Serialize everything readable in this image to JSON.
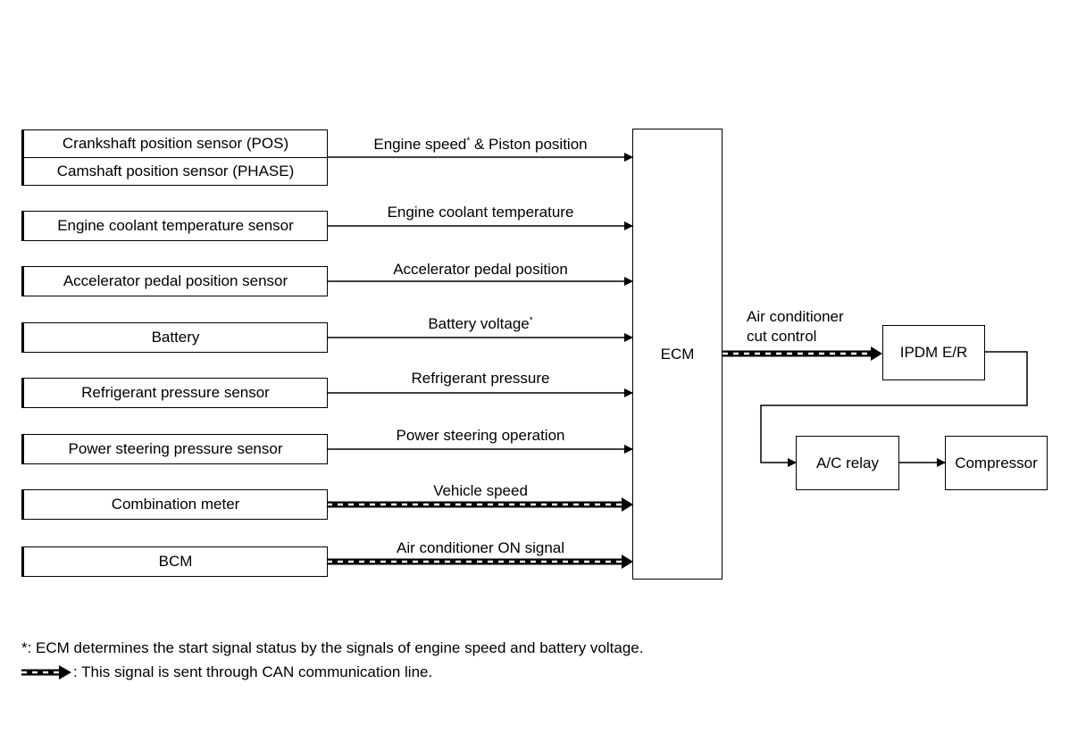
{
  "inputs": [
    {
      "sensor_top": "Crankshaft position sensor (POS)",
      "sensor_bottom": "Camshaft position sensor (PHASE)",
      "signal": "Engine speed",
      "signal_suffix": " & Piston position",
      "star": "*",
      "can": false
    },
    {
      "sensor": "Engine coolant temperature sensor",
      "signal": "Engine coolant temperature",
      "can": false
    },
    {
      "sensor": "Accelerator pedal position sensor",
      "signal": "Accelerator pedal position",
      "can": false
    },
    {
      "sensor": "Battery",
      "signal": "Battery voltage",
      "star": "*",
      "can": false
    },
    {
      "sensor": "Refrigerant pressure sensor",
      "signal": "Refrigerant pressure",
      "can": false
    },
    {
      "sensor": "Power steering pressure sensor",
      "signal": "Power steering operation",
      "can": false
    },
    {
      "sensor": "Combination meter",
      "signal": "Vehicle speed",
      "can": true
    },
    {
      "sensor": "BCM",
      "signal": "Air conditioner ON signal",
      "can": true
    }
  ],
  "ecm": "ECM",
  "output_signal_line1": "Air conditioner",
  "output_signal_line2": "cut control",
  "ipdm": "IPDM E/R",
  "relay": "A/C relay",
  "compressor": "Compressor",
  "footnote_star": "*: ECM determines the start signal status by the signals of engine speed and battery voltage.",
  "footnote_can": ": This signal is sent through CAN communication line."
}
